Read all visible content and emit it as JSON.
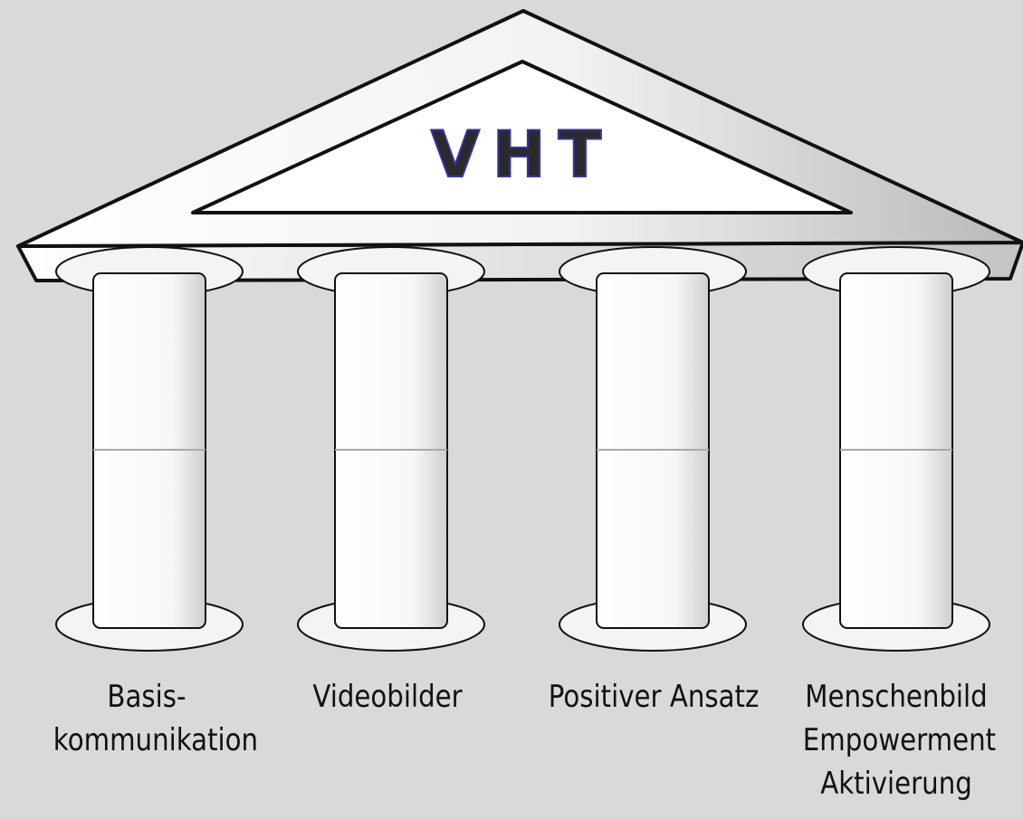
{
  "title": "VHT",
  "colors": {
    "background": "#d9d9d9",
    "outline": "#111111",
    "title_fill": "#2a2a2a",
    "title_stroke": "#3333aa"
  },
  "pillars": [
    {
      "lines": [
        "Basis-",
        "kommunikation"
      ]
    },
    {
      "lines": [
        "Videobilder"
      ]
    },
    {
      "lines": [
        "Positiver Ansatz"
      ]
    },
    {
      "lines": [
        "Menschenbild",
        "Empowerment",
        "Aktivierung"
      ]
    }
  ]
}
